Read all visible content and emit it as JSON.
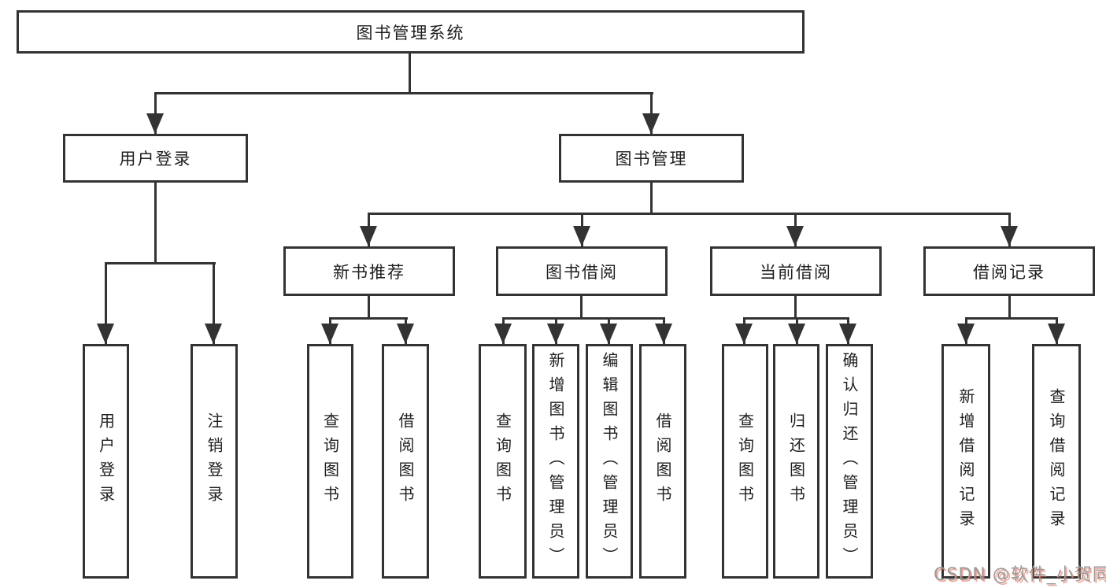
{
  "diagram_title": "图书管理系统",
  "nodes": {
    "root": "图书管理系统",
    "user_login": "用户登录",
    "book_mgmt": "图书管理",
    "new_book_rec": "新书推荐",
    "book_borrow": "图书借阅",
    "current_borrow": "当前借阅",
    "borrow_records": "借阅记录",
    "leaves": [
      "用户登录",
      "注销登录",
      "查询图书",
      "借阅图书",
      "查询图书",
      "新增图书（管理员）",
      "编辑图书（管理员）",
      "借阅图书",
      "查询图书",
      "归还图书",
      "确认归还（管理员）",
      "新增借阅记录",
      "查询借阅记录"
    ]
  },
  "watermark": "CSDN @软件_小贺同学",
  "colors": {
    "line": "#333333",
    "text": "#1f1f1f",
    "watermark": "#9a9a9a"
  }
}
